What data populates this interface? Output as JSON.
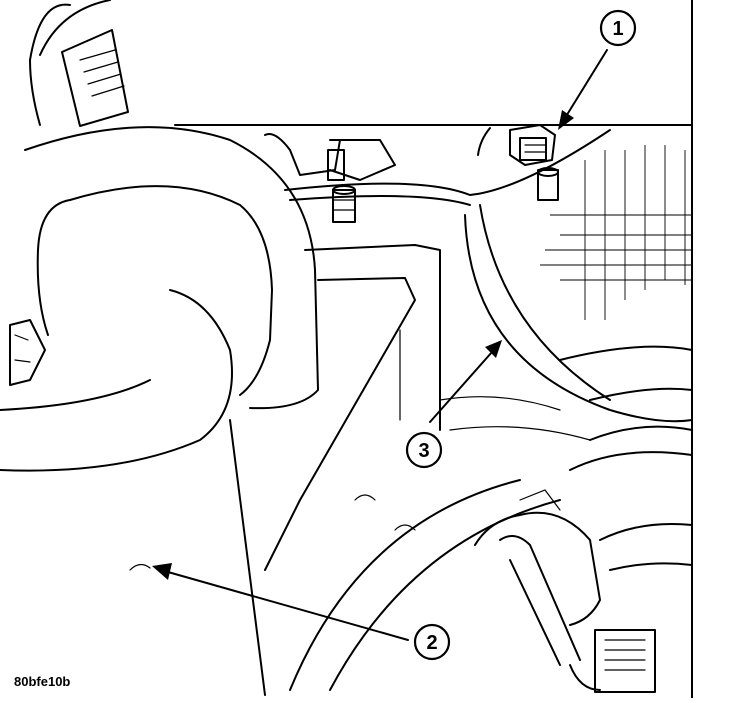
{
  "callouts": [
    {
      "id": "1",
      "label": "1"
    },
    {
      "id": "2",
      "label": "2"
    },
    {
      "id": "3",
      "label": "3"
    }
  ],
  "figure_code": "80bfe10b"
}
